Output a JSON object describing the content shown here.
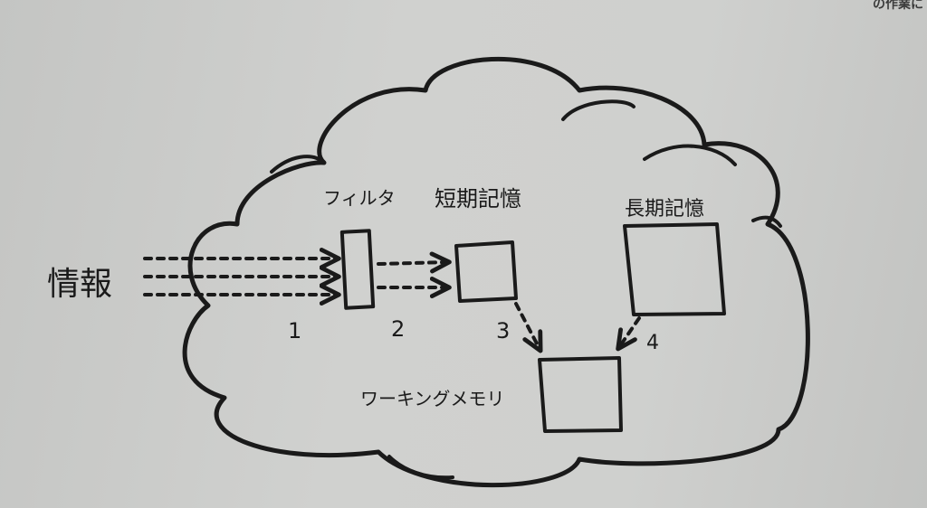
{
  "labels": {
    "input": "情報",
    "filter": "フィルタ",
    "short_term": "短期記憶",
    "long_term": "長期記憶",
    "working": "ワーキングメモリ"
  },
  "steps": [
    "1",
    "2",
    "3",
    "4"
  ],
  "corner_text": "の作業に"
}
